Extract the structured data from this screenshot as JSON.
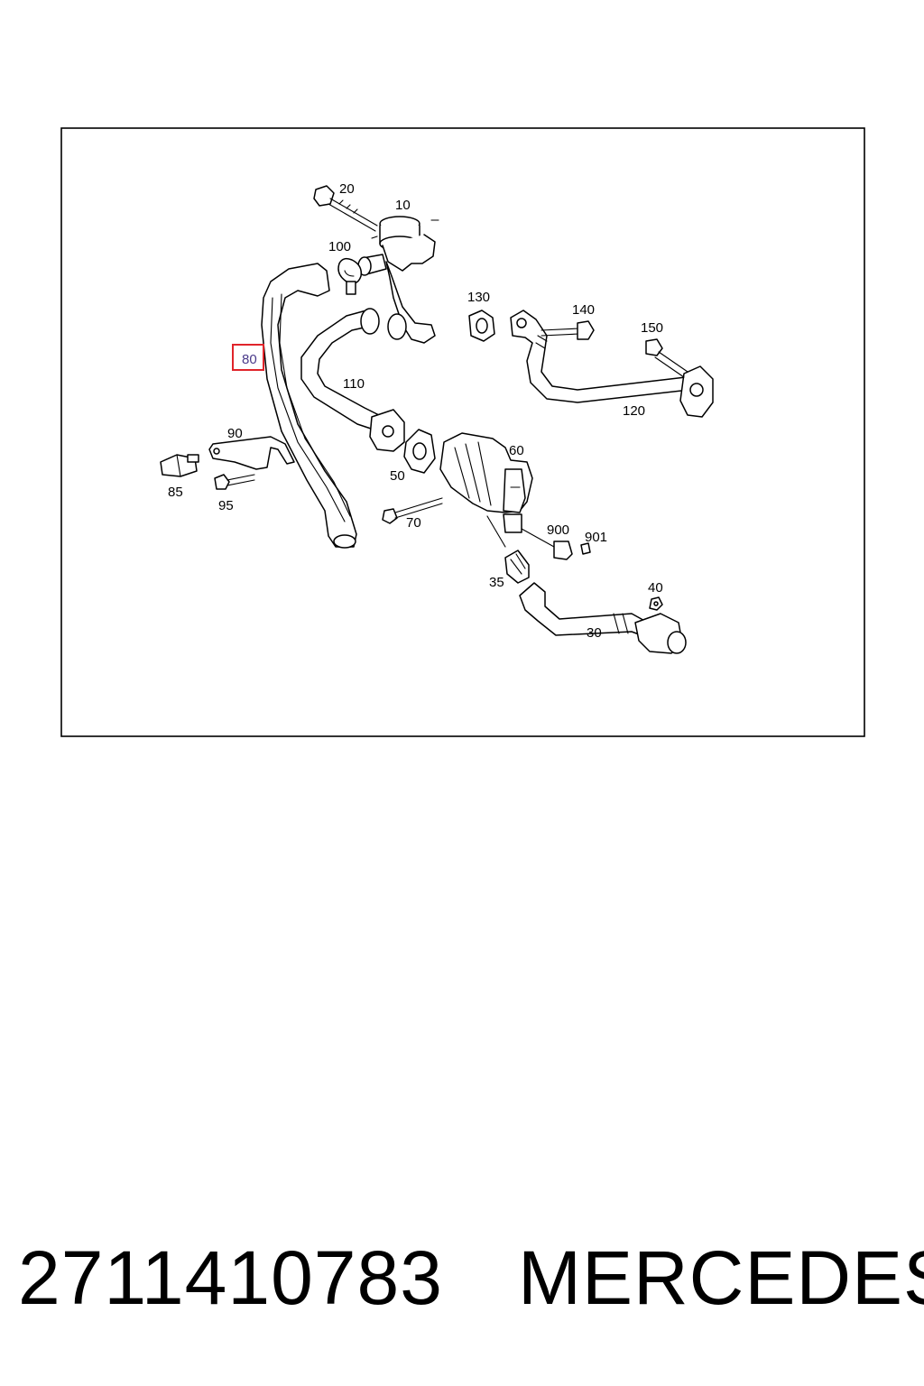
{
  "diagram": {
    "labels": {
      "p10": "10",
      "p20": "20",
      "p30": "30",
      "p35": "35",
      "p40": "40",
      "p50": "50",
      "p60": "60",
      "p70": "70",
      "p80": "80",
      "p85": "85",
      "p90": "90",
      "p95": "95",
      "p100": "100",
      "p110": "110",
      "p120": "120",
      "p130": "130",
      "p140": "140",
      "p150": "150",
      "p900": "900",
      "p901": "901"
    },
    "highlighted": "80",
    "highlight_color": "#e0242a"
  },
  "footer": {
    "part_number": "2711410783",
    "brand": "MERCEDES"
  }
}
